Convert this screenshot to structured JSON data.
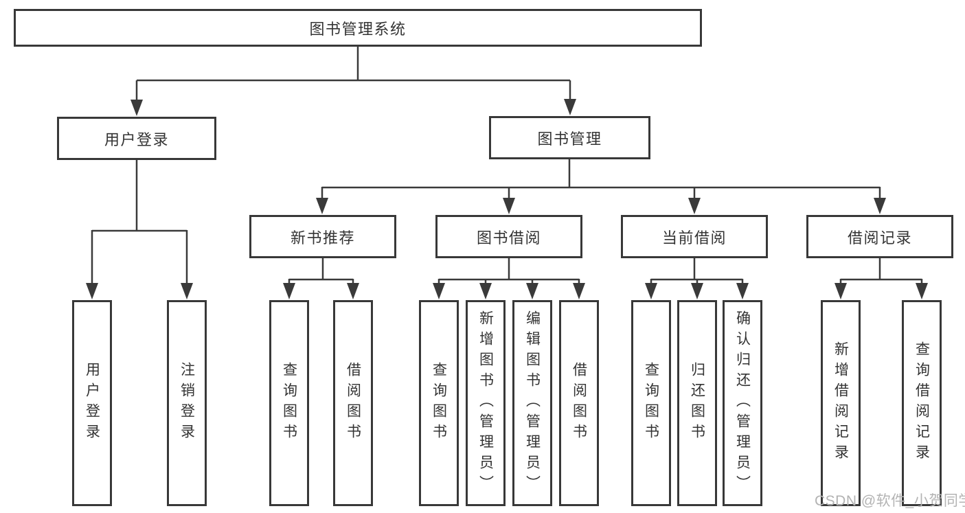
{
  "nodes": {
    "root": "图书管理系统",
    "user_login": "用户登录",
    "book_management": "图书管理",
    "new_book_recommend": "新书推荐",
    "book_borrowing": "图书借阅",
    "current_borrowing": "当前借阅",
    "borrowing_records": "借阅记录",
    "ul_user_login": "用户登录",
    "ul_logout": "注销登录",
    "nb_query_books": "查询图书",
    "nb_borrow_books": "借阅图书",
    "bb_query_books": "查询图书",
    "bb_add_books": "新增图书（管理员）",
    "bb_edit_books": "编辑图书（管理员）",
    "bb_borrow_books": "借阅图书",
    "cb_query_books": "查询图书",
    "cb_return_books": "归还图书",
    "cb_confirm_return": "确认归还（管理员）",
    "br_add_record": "新增借阅记录",
    "br_query_record": "查询借阅记录"
  },
  "watermark": "CSDN @软件_小贺同学",
  "colors": {
    "line": "#3a3a3a",
    "box_border": "#383838",
    "text": "#333333",
    "watermark": "#b3b3b3",
    "background": "#ffffff"
  }
}
